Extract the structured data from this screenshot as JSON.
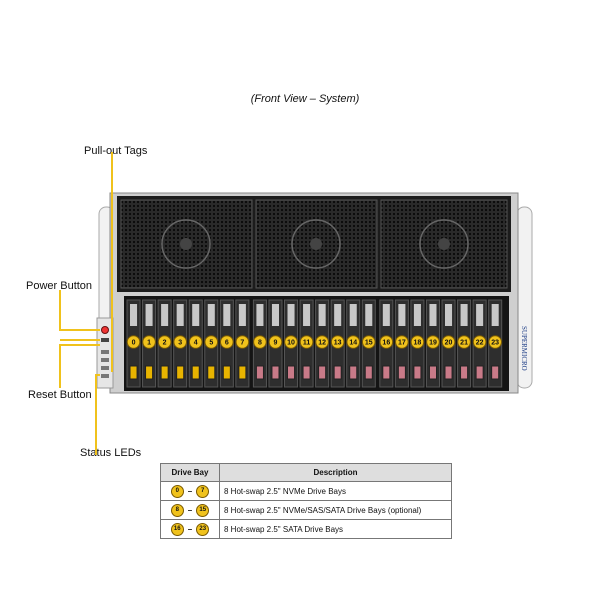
{
  "caption": "(Front View – System)",
  "callouts": {
    "pullout_tags": "Pull-out Tags",
    "power_button": "Power Button",
    "reset_button": "Reset Button",
    "status_leds": "Status LEDs"
  },
  "brand": "SUPERMICRO",
  "bays": [
    "0",
    "1",
    "2",
    "3",
    "4",
    "5",
    "6",
    "7",
    "8",
    "9",
    "10",
    "11",
    "12",
    "13",
    "14",
    "15",
    "16",
    "17",
    "18",
    "19",
    "20",
    "21",
    "22",
    "23"
  ],
  "colors": {
    "highlight": "#f0c21c",
    "callout_line": "#f0c21c",
    "chassis_dark": "#1c1c1c",
    "nvme_tag": "#e8b400",
    "sata_tag": "#c97a88"
  },
  "table": {
    "headers": [
      "Drive Bay",
      "Description"
    ],
    "rows": [
      {
        "from": "0",
        "to": "7",
        "description": "8 Hot-swap 2.5\" NVMe Drive Bays"
      },
      {
        "from": "8",
        "to": "15",
        "description": "8 Hot-swap 2.5\" NVMe/SAS/SATA Drive Bays (optional)"
      },
      {
        "from": "16",
        "to": "23",
        "description": "8 Hot-swap 2.5\" SATA Drive Bays"
      }
    ]
  }
}
